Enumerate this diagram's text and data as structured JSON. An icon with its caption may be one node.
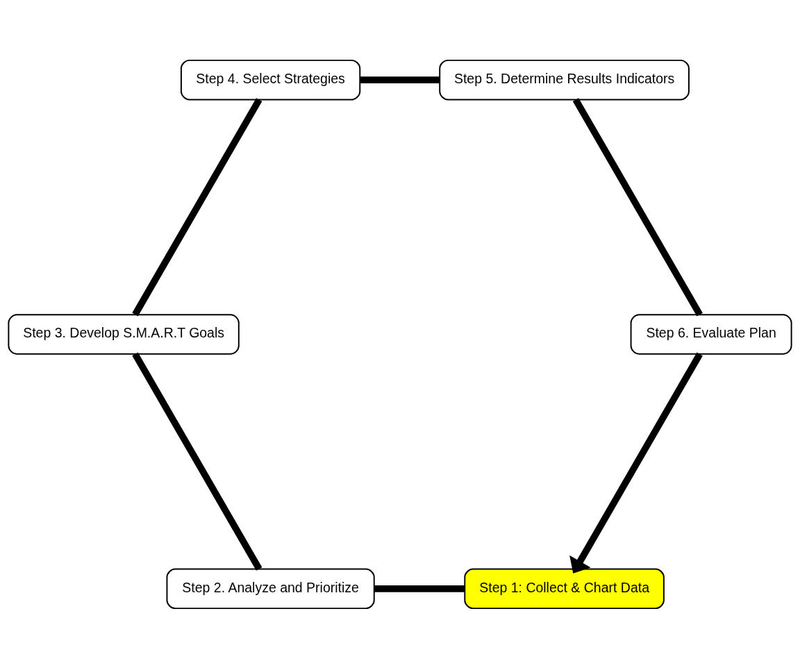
{
  "diagram": {
    "nodes": [
      {
        "text": [
          "Step 1: Collect & Chart Data"
        ]
      },
      {
        "text": [
          "Step 2. Analyze and Prioritize"
        ]
      },
      {
        "text": [
          "Step 3. Develop S.M.A.R.T Goals"
        ]
      },
      {
        "text": [
          "Step 4. Select Strategies"
        ]
      },
      {
        "text": [
          "Step 5. Determine Results Indicators"
        ]
      },
      {
        "text": [
          "Step 6. Evaluate Plan"
        ]
      }
    ],
    "edges": [
      {
        "from": 0,
        "to": 1,
        "arrow": "none"
      },
      {
        "from": 1,
        "to": 2,
        "arrow": "none"
      },
      {
        "from": 2,
        "to": 3,
        "arrow": "none"
      },
      {
        "from": 3,
        "to": 4,
        "arrow": "none"
      },
      {
        "from": 4,
        "to": 5,
        "arrow": "none"
      },
      {
        "from": 5,
        "to": 0,
        "arrow": "to"
      }
    ]
  }
}
